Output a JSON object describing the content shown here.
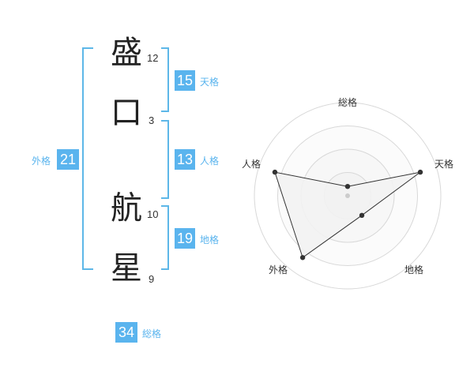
{
  "name": {
    "chars": [
      {
        "char": "盛",
        "strokes": "12"
      },
      {
        "char": "口",
        "strokes": "3"
      },
      {
        "char": "航",
        "strokes": "10"
      },
      {
        "char": "星",
        "strokes": "9"
      }
    ]
  },
  "fortune": {
    "tenkaku": {
      "value": "15",
      "label": "天格"
    },
    "jinkaku": {
      "value": "13",
      "label": "人格"
    },
    "chikaku": {
      "value": "19",
      "label": "地格"
    },
    "gaikaku": {
      "value": "21",
      "label": "外格"
    },
    "soukaku": {
      "value": "34",
      "label": "総格"
    }
  },
  "colors": {
    "accent": "#5ab4ee",
    "bracket": "#5db7e8",
    "radar_fill": "#f2f2f2",
    "radar_line": "#333333"
  },
  "chart_data": {
    "type": "radar",
    "axes": [
      "総格",
      "天格",
      "地格",
      "外格",
      "人格"
    ],
    "values": [
      0.1,
      0.82,
      0.26,
      0.82,
      0.82
    ],
    "rings": 4,
    "max": 1
  }
}
